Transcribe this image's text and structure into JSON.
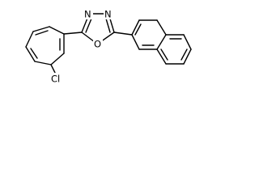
{
  "molecule": {
    "atom_labels": {
      "n_left": "N",
      "n_right": "N",
      "ring_oxygen": "O",
      "chlorine": "Cl"
    }
  }
}
